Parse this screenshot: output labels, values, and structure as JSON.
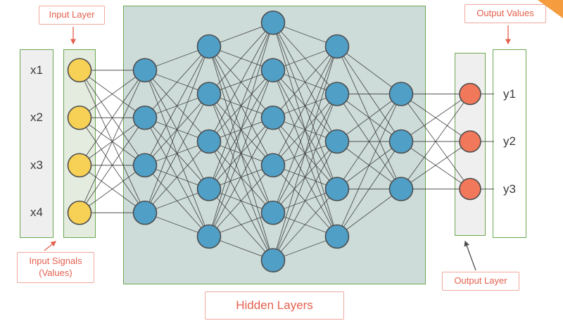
{
  "callouts": {
    "input_layer": "Input Layer",
    "output_values": "Output Values",
    "input_signals": "Input Signals",
    "input_signals_sub": "(Values)",
    "output_layer": "Output Layer",
    "hidden_layers": "Hidden Layers"
  },
  "inputs": {
    "names": [
      "x1",
      "x2",
      "x3",
      "x4"
    ]
  },
  "outputs": {
    "names": [
      "y1",
      "y2",
      "y3"
    ]
  },
  "network": {
    "input_nodes": 4,
    "hidden_layer_nodes": [
      4,
      5,
      6,
      5,
      3
    ],
    "output_nodes": 3
  },
  "colors": {
    "input_node": "#f7d056",
    "hidden_node": "#4f9fc7",
    "output_node": "#f1785a",
    "box_border": "#6aa84f",
    "hidden_bg": "#cddcd9",
    "panel_gray": "#efefef",
    "panel_green": "#e3ecdf",
    "label_text": "#e4604e",
    "label_border": "#f1a89e",
    "edge": "#3d3d3d",
    "node_border": "#4d4d4d",
    "corner": "#f59d3e"
  }
}
